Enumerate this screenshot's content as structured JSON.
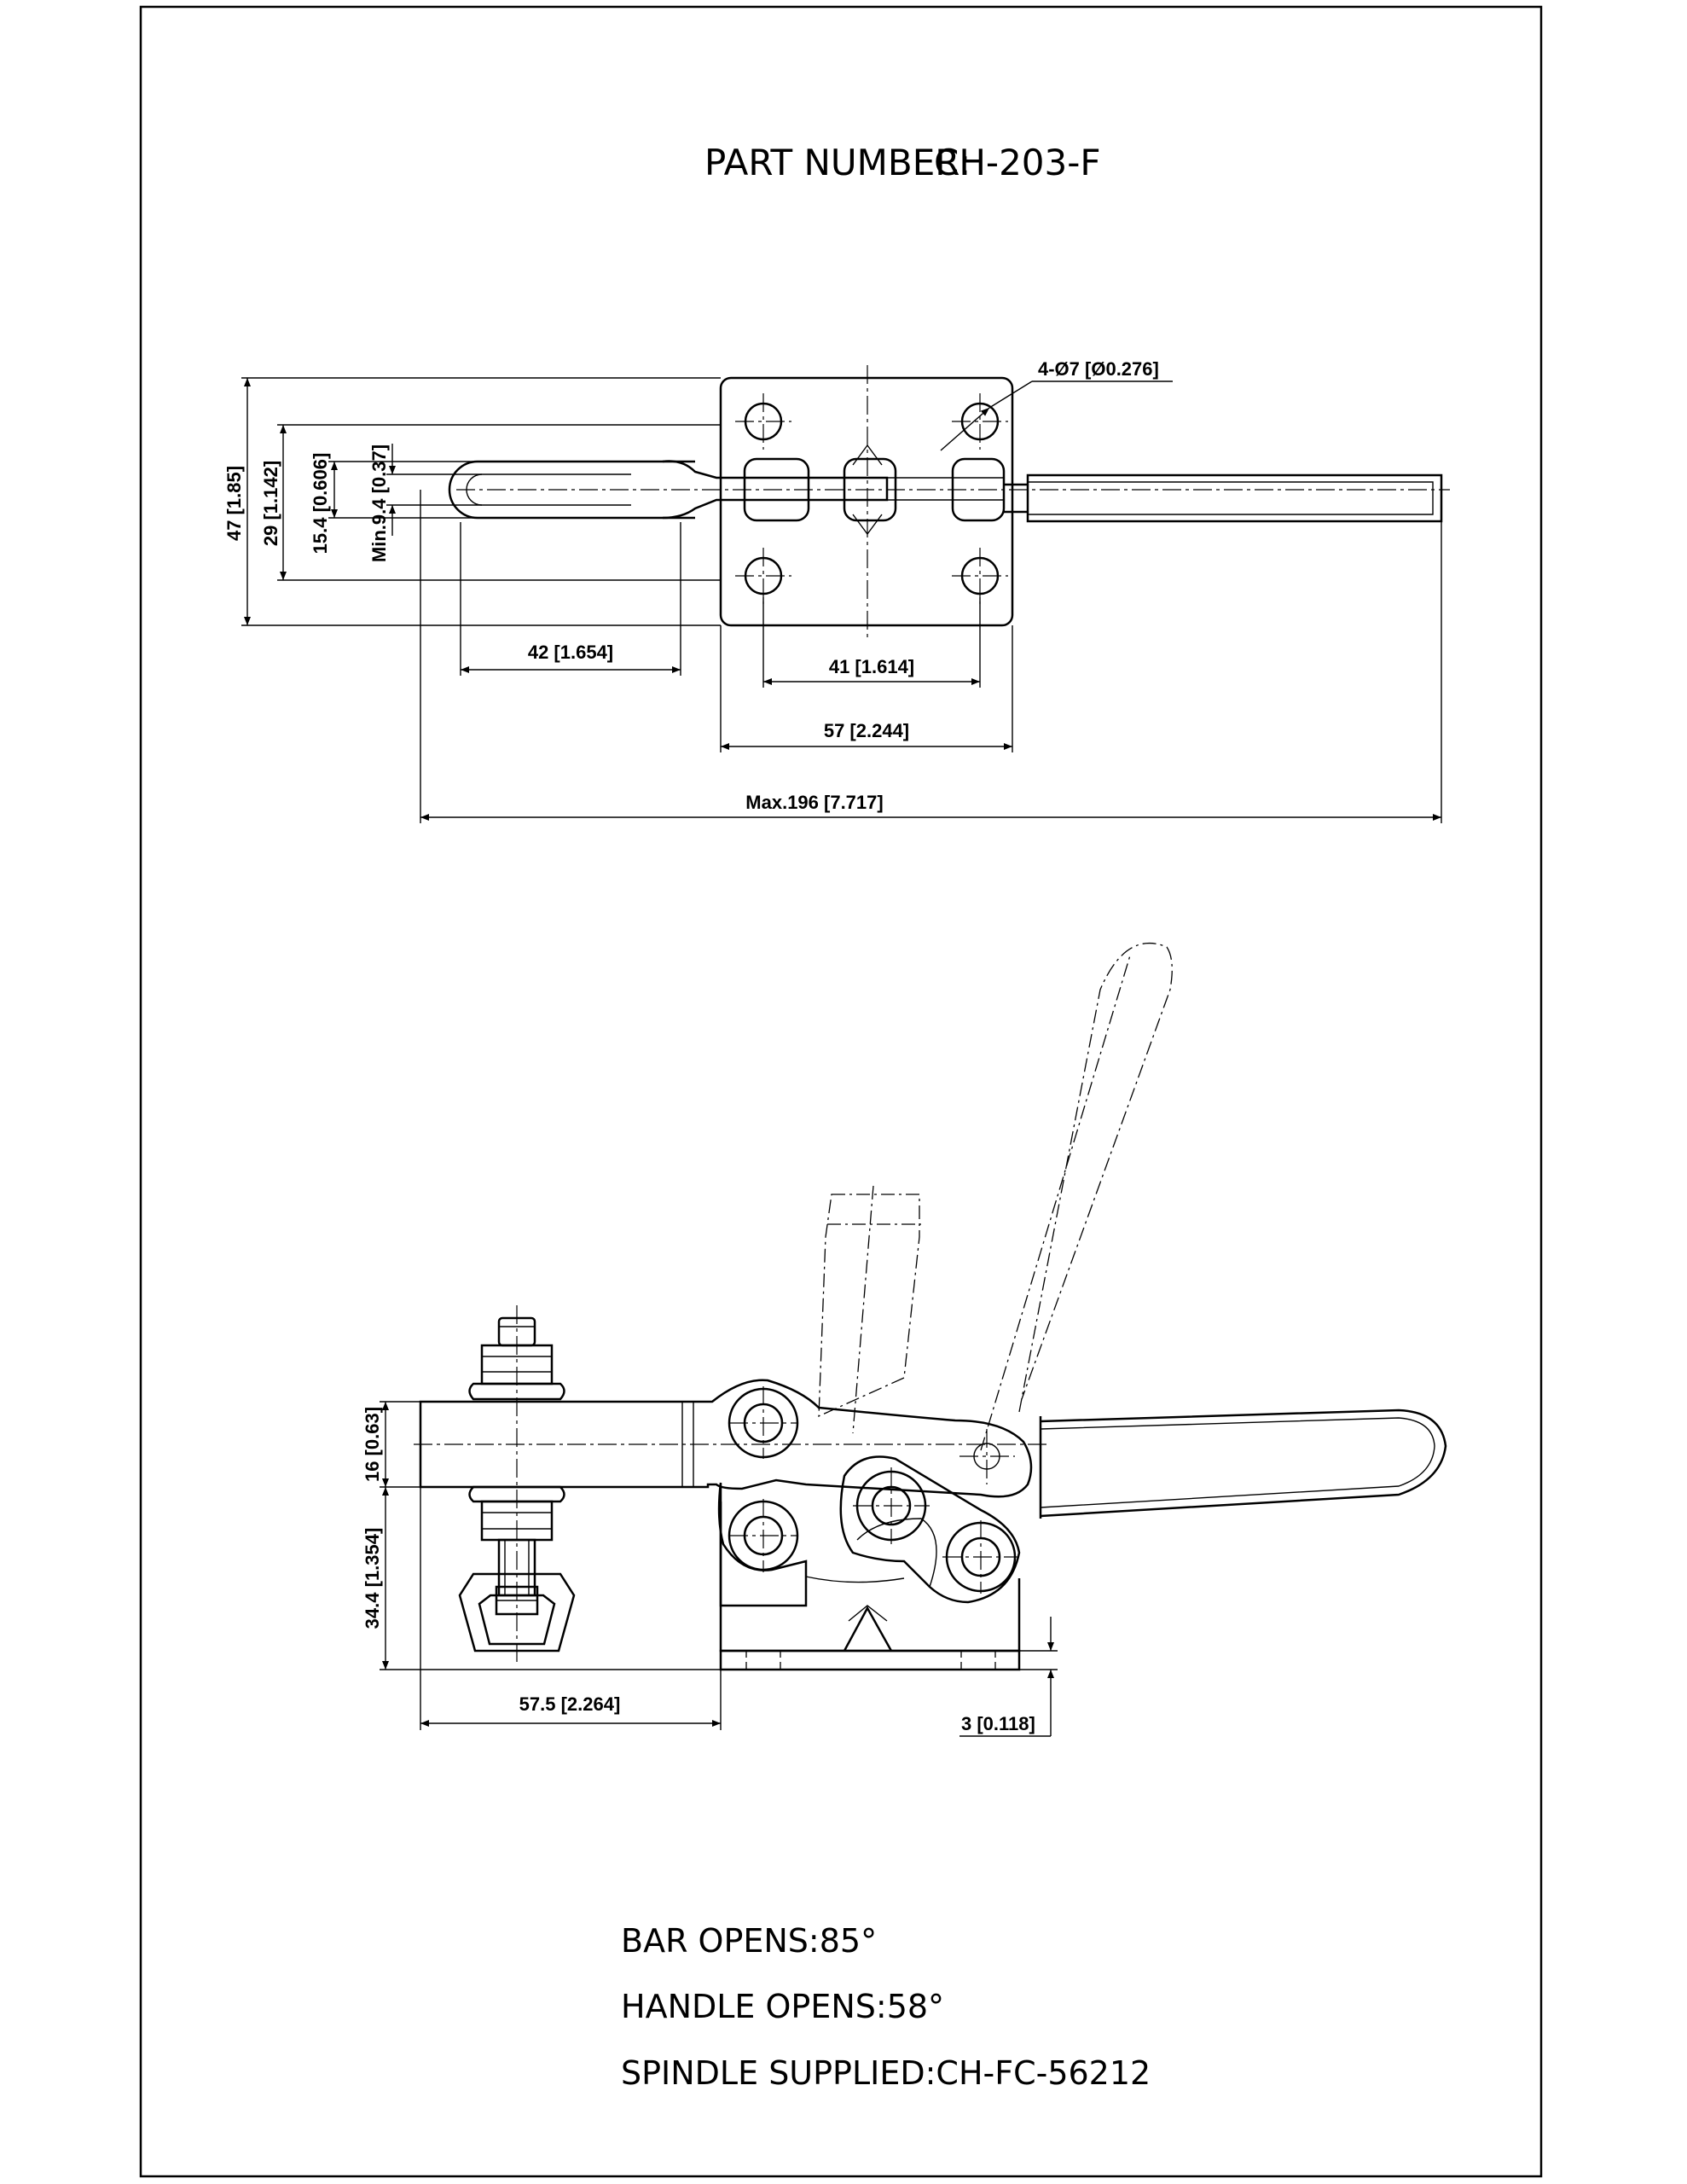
{
  "title": {
    "label": "PART NUMBER:",
    "part_number": "CH-203-F"
  },
  "top_view": {
    "dims": {
      "hole": "4-Ø7 [Ø0.276]",
      "height_47": "47 [1.85]",
      "height_29": "29 [1.142]",
      "height_15_4": "15.4 [0.606]",
      "min_9_4": "Min.9.4 [0.37]",
      "len_42": "42 [1.654]",
      "len_41": "41 [1.614]",
      "len_57": "57 [2.244]",
      "max_196": "Max.196 [7.717]"
    }
  },
  "side_view": {
    "dims": {
      "h_16": "16 [0.63]",
      "h_34_4": "34.4 [1.354]",
      "len_57_5": "57.5 [2.264]",
      "t_3": "3 [0.118]"
    }
  },
  "specs": {
    "bar_opens": "BAR OPENS:85°",
    "handle_opens": "HANDLE OPENS:58°",
    "spindle": "SPINDLE SUPPLIED:CH-FC-56212"
  }
}
